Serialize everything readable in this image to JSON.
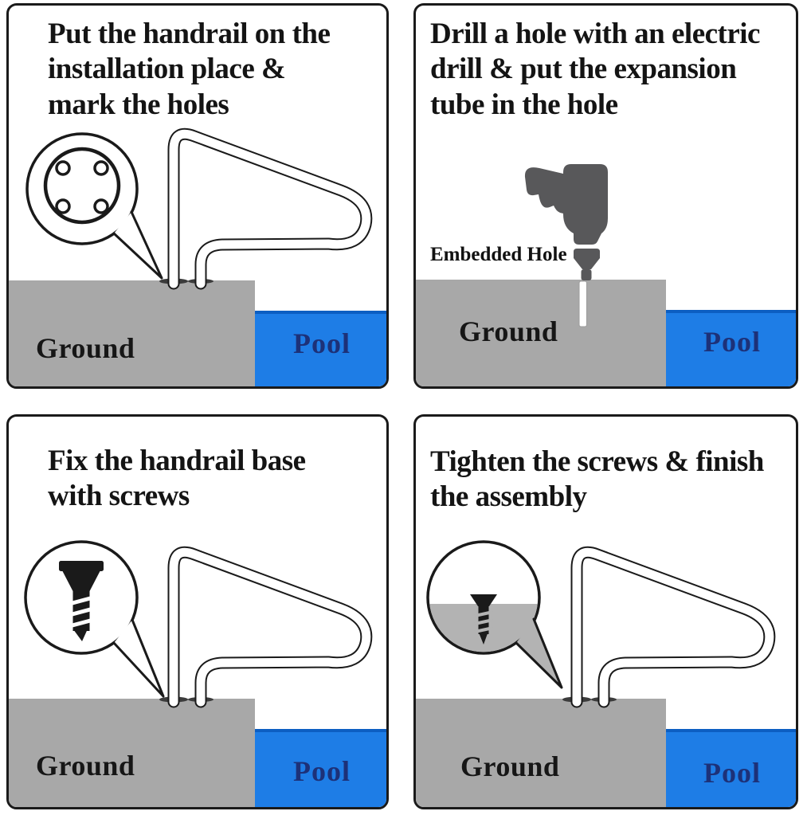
{
  "colors": {
    "line": "#1a1a1a",
    "ground": "#a8a8a8",
    "ground-light": "#b3b3b3",
    "pool": "#1e7de6",
    "pool-edge": "#0c5ec2",
    "pool-text": "#1d3178",
    "drill": "#58585a",
    "flange": "#3c3c3c",
    "title-text": "#141414"
  },
  "panels": [
    {
      "step": 1,
      "title": "Put the handrail on the\ninstallation place &\nmark the holes",
      "ground_label": "Ground",
      "pool_label": "Pool"
    },
    {
      "step": 2,
      "title": "Drill a hole with an electric\ndrill & put the expansion\ntube in the hole",
      "embedded_hole_label": "Embedded Hole",
      "ground_label": "Ground",
      "pool_label": "Pool"
    },
    {
      "step": 3,
      "title": "Fix the handrail base\nwith screws",
      "ground_label": "Ground",
      "pool_label": "Pool"
    },
    {
      "step": 4,
      "title": "Tighten the screws & finish\nthe assembly",
      "ground_label": "Ground",
      "pool_label": "Pool"
    }
  ]
}
